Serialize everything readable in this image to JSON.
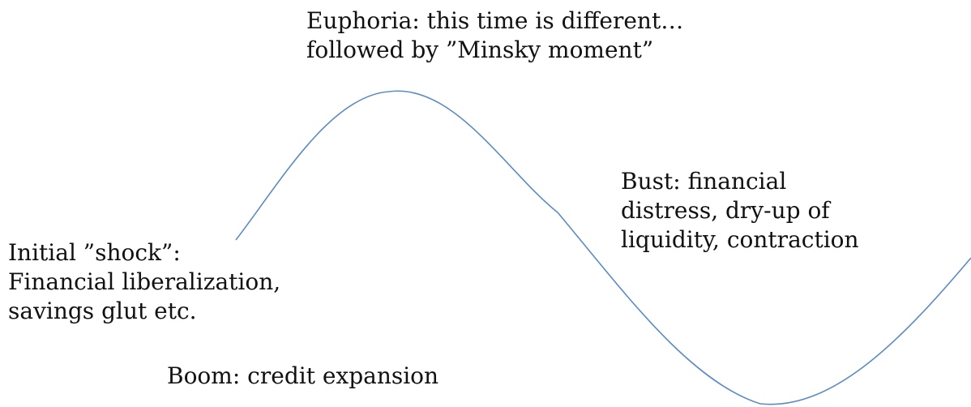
{
  "diagram": {
    "curve_color": "#5b8bc6",
    "labels": {
      "euphoria": [
        "Euphoria: this time is different…",
        "followed by ”Minsky moment”"
      ],
      "bust": [
        "Bust: financial",
        "distress, dry-up of",
        "liquidity, contraction"
      ],
      "initial": [
        "Initial ”shock”:",
        "Financial liberalization,",
        "savings glut etc."
      ],
      "boom": [
        "Boom: credit expansion"
      ]
    }
  }
}
